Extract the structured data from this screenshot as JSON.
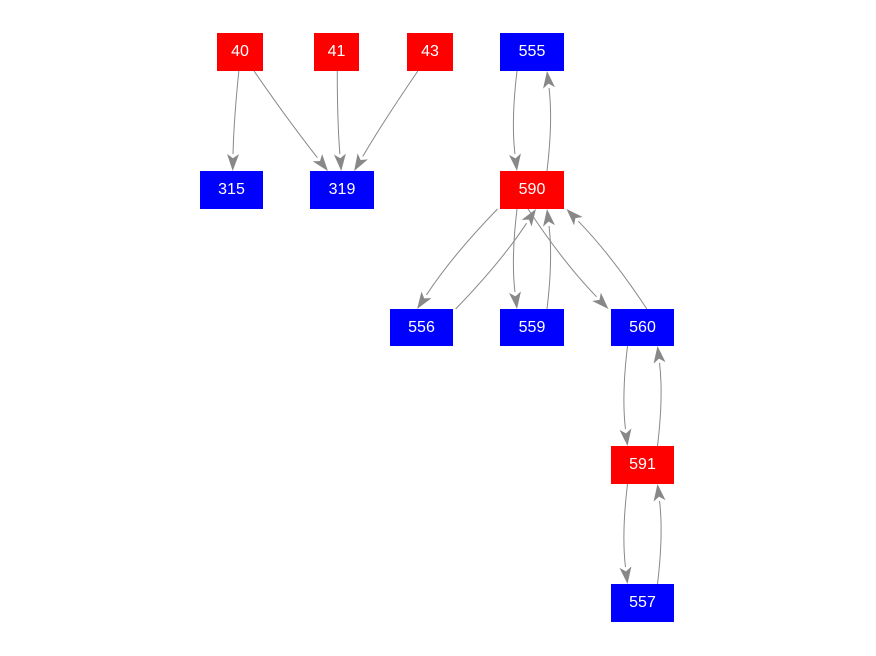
{
  "colors": {
    "red": "#ff0000",
    "blue": "#0000ff",
    "edge": "#888888"
  },
  "nodes": [
    {
      "id": "40",
      "label": "40",
      "color": "red"
    },
    {
      "id": "41",
      "label": "41",
      "color": "red"
    },
    {
      "id": "43",
      "label": "43",
      "color": "red"
    },
    {
      "id": "555",
      "label": "555",
      "color": "blue"
    },
    {
      "id": "315",
      "label": "315",
      "color": "blue"
    },
    {
      "id": "319",
      "label": "319",
      "color": "blue"
    },
    {
      "id": "590",
      "label": "590",
      "color": "red"
    },
    {
      "id": "556",
      "label": "556",
      "color": "blue"
    },
    {
      "id": "559",
      "label": "559",
      "color": "blue"
    },
    {
      "id": "560",
      "label": "560",
      "color": "blue"
    },
    {
      "id": "591",
      "label": "591",
      "color": "red"
    },
    {
      "id": "557",
      "label": "557",
      "color": "blue"
    }
  ],
  "edges": [
    {
      "from": "40",
      "to": "315"
    },
    {
      "from": "40",
      "to": "319"
    },
    {
      "from": "41",
      "to": "319"
    },
    {
      "from": "43",
      "to": "319"
    },
    {
      "from": "555",
      "to": "590"
    },
    {
      "from": "590",
      "to": "555"
    },
    {
      "from": "590",
      "to": "556"
    },
    {
      "from": "556",
      "to": "590"
    },
    {
      "from": "590",
      "to": "559"
    },
    {
      "from": "559",
      "to": "590"
    },
    {
      "from": "590",
      "to": "560"
    },
    {
      "from": "560",
      "to": "590"
    },
    {
      "from": "560",
      "to": "591"
    },
    {
      "from": "591",
      "to": "560"
    },
    {
      "from": "591",
      "to": "557"
    },
    {
      "from": "557",
      "to": "591"
    }
  ]
}
